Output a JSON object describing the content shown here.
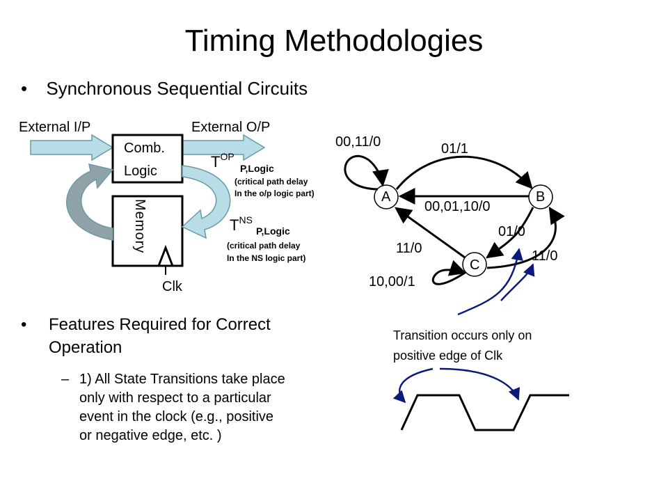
{
  "slide": {
    "title": "Timing Methodologies",
    "bullet1": "Synchronous Sequential Circuits",
    "bullet2_line1": "Features Required for Correct",
    "bullet2_line2": "Operation",
    "sub_dash": "–",
    "sub1_line1": "1) All State Transitions take place",
    "sub1_line2": "only with respect to a particular",
    "sub1_line3": "event in the clock (e.g., positive",
    "sub1_line4": "or negative edge, etc. )"
  },
  "block_diagram": {
    "external_ip": "External I/P",
    "external_op": "External O/P",
    "comb_line1": "Comb.",
    "comb_line2": "Logic",
    "memory": "Memory",
    "clk": "Clk",
    "t_op": {
      "t": "T",
      "sup": "OP",
      "sub": "P,Logic",
      "note1": "(critical path delay",
      "note2": "In the o/p logic part)"
    },
    "t_ns": {
      "t": "T",
      "sup": "NS",
      "sub": "P,Logic",
      "note1": "(critical path delay",
      "note2": "In the NS logic part)"
    }
  },
  "state_diagram": {
    "states": [
      "A",
      "B",
      "C"
    ],
    "labels": {
      "a_self": "00,11/0",
      "a_to_b": "01/1",
      "b_to_a": "00,01,10/0",
      "c_to_a": "11/0",
      "b_to_c": "01/0",
      "c_to_b": "11/0",
      "c_self": "10,00/1"
    },
    "note_line1": "Transition occurs only on",
    "note_line2": "positive edge of Clk"
  },
  "colors": {
    "arrow_fill": "#b8dde6",
    "arrow_outline": "#6a9aa6",
    "memory_arrow_fill": "#8fa3a8",
    "pointer_arrow": "#0b1a7a",
    "line": "#000000"
  }
}
